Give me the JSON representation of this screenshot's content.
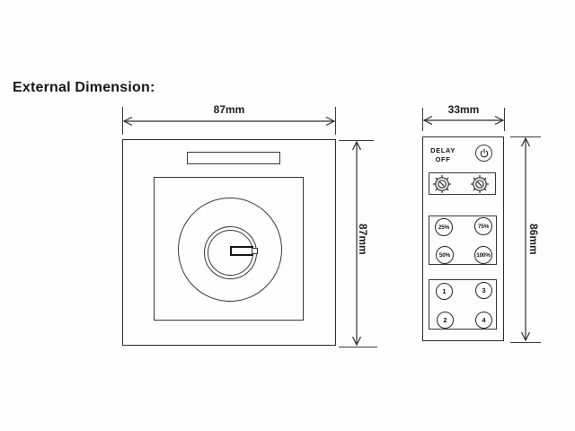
{
  "title": "External Dimension:",
  "colors": {
    "background": "#fefefe",
    "line": "#2b2b2b",
    "text": "#161616"
  },
  "panel": {
    "name": "dimmer wall panel front view",
    "width_label": "87mm",
    "height_label": "87mm",
    "parts": [
      "outer-frame",
      "top-slot",
      "inner-plate",
      "knob-bezel",
      "knob-ring",
      "knob",
      "knob-pointer"
    ]
  },
  "remote": {
    "name": "remote control front view",
    "width_label": "33mm",
    "height_label": "86mm",
    "delay_label_line1": "DELAY",
    "delay_label_line2": "OFF",
    "icons": {
      "power": "power-icon",
      "knob_left": "rotary-knob-icon",
      "knob_right": "rotary-knob-icon"
    },
    "percent_buttons": [
      "25%",
      "75%",
      "50%",
      "100%"
    ],
    "number_buttons": [
      "1",
      "3",
      "2",
      "4"
    ]
  }
}
